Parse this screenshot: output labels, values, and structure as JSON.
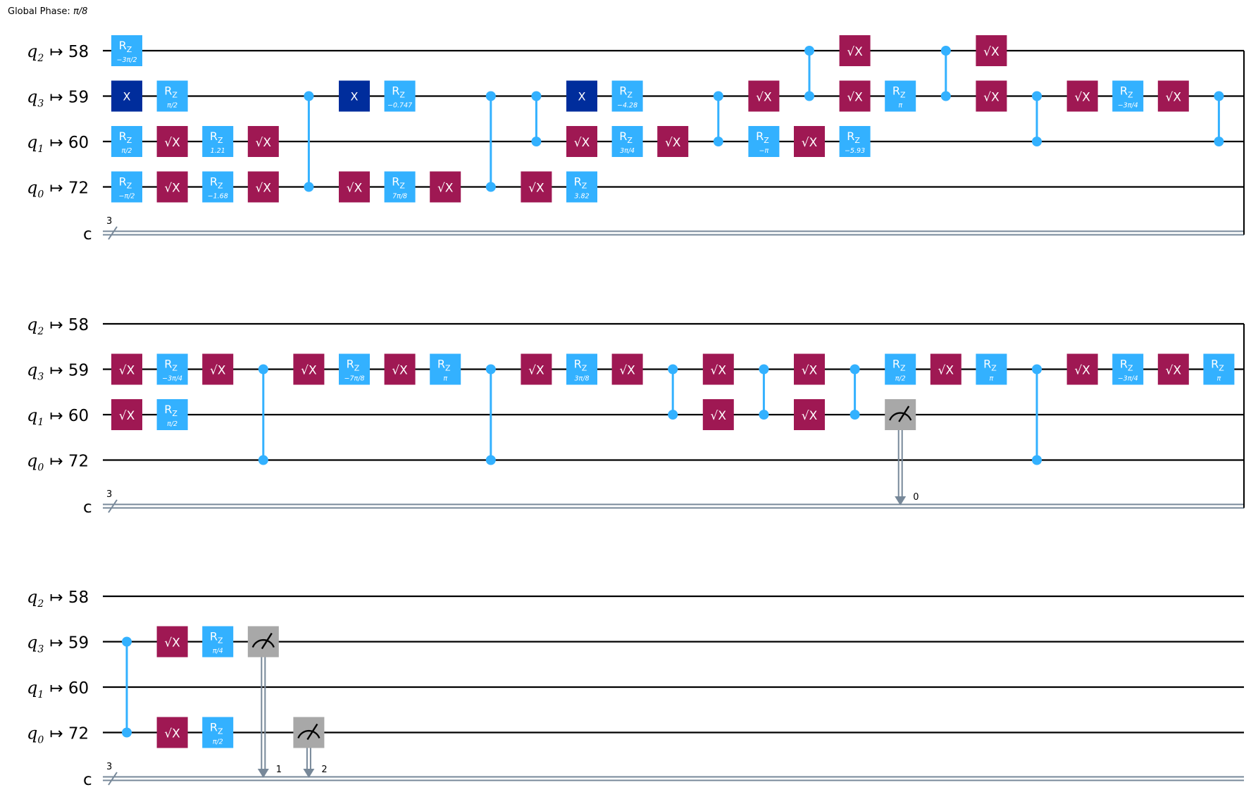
{
  "global_phase": {
    "label": "Global Phase: ",
    "value": "π/8"
  },
  "register": {
    "classical_name": "c",
    "classical_size": "3",
    "arrow": "↦"
  },
  "qubits": [
    {
      "sub": "2",
      "phys": "58"
    },
    {
      "sub": "3",
      "phys": "59"
    },
    {
      "sub": "1",
      "phys": "60"
    },
    {
      "sub": "0",
      "phys": "72"
    }
  ],
  "colors": {
    "rz": "#33b1ff",
    "sx": "#9f1853",
    "x": "#002d9c",
    "cz": "#33b1ff",
    "measure": "#a8a8a8",
    "classical": "#778899"
  },
  "gate_labels": {
    "rz": "R",
    "rz_sub": "Z",
    "sx": "√X",
    "x": "X"
  },
  "rows": [
    {
      "gates": [
        {
          "type": "rz",
          "q": 0,
          "col": 0,
          "param": "−3π/2"
        },
        {
          "type": "x",
          "q": 1,
          "col": 0
        },
        {
          "type": "rz",
          "q": 2,
          "col": 0,
          "param": "π/2"
        },
        {
          "type": "rz",
          "q": 3,
          "col": 0,
          "param": "−π/2"
        },
        {
          "type": "rz",
          "q": 1,
          "col": 1,
          "param": "π/2"
        },
        {
          "type": "sx",
          "q": 2,
          "col": 1
        },
        {
          "type": "sx",
          "q": 3,
          "col": 1
        },
        {
          "type": "rz",
          "q": 2,
          "col": 2,
          "param": "1.21"
        },
        {
          "type": "rz",
          "q": 3,
          "col": 2,
          "param": "−1.68"
        },
        {
          "type": "sx",
          "q": 2,
          "col": 3
        },
        {
          "type": "sx",
          "q": 3,
          "col": 3
        },
        {
          "type": "cz",
          "q1": 1,
          "q2": 3,
          "col": 4
        },
        {
          "type": "x",
          "q": 1,
          "col": 5
        },
        {
          "type": "sx",
          "q": 3,
          "col": 5
        },
        {
          "type": "rz",
          "q": 1,
          "col": 6,
          "param": "−0.747"
        },
        {
          "type": "rz",
          "q": 3,
          "col": 6,
          "param": "7π/8"
        },
        {
          "type": "sx",
          "q": 3,
          "col": 7
        },
        {
          "type": "cz",
          "q1": 1,
          "q2": 3,
          "col": 8
        },
        {
          "type": "cz",
          "q1": 1,
          "q2": 2,
          "col": 9
        },
        {
          "type": "sx",
          "q": 3,
          "col": 9
        },
        {
          "type": "x",
          "q": 1,
          "col": 10
        },
        {
          "type": "sx",
          "q": 2,
          "col": 10
        },
        {
          "type": "rz",
          "q": 3,
          "col": 10,
          "param": "3.82"
        },
        {
          "type": "rz",
          "q": 1,
          "col": 11,
          "param": "−4.28"
        },
        {
          "type": "rz",
          "q": 2,
          "col": 11,
          "param": "3π/4"
        },
        {
          "type": "sx",
          "q": 2,
          "col": 12
        },
        {
          "type": "cz",
          "q1": 1,
          "q2": 2,
          "col": 13
        },
        {
          "type": "sx",
          "q": 1,
          "col": 14
        },
        {
          "type": "rz",
          "q": 2,
          "col": 14,
          "param": "−π"
        },
        {
          "type": "cz",
          "q1": 0,
          "q2": 1,
          "col": 15
        },
        {
          "type": "sx",
          "q": 2,
          "col": 15
        },
        {
          "type": "sx",
          "q": 0,
          "col": 16
        },
        {
          "type": "sx",
          "q": 1,
          "col": 16
        },
        {
          "type": "rz",
          "q": 2,
          "col": 16,
          "param": "−5.93"
        },
        {
          "type": "rz",
          "q": 1,
          "col": 17,
          "param": "π"
        },
        {
          "type": "cz",
          "q1": 0,
          "q2": 1,
          "col": 18
        },
        {
          "type": "sx",
          "q": 0,
          "col": 19
        },
        {
          "type": "sx",
          "q": 1,
          "col": 19
        },
        {
          "type": "cz",
          "q1": 1,
          "q2": 2,
          "col": 20
        },
        {
          "type": "sx",
          "q": 1,
          "col": 21
        },
        {
          "type": "rz",
          "q": 1,
          "col": 22,
          "param": "−3π/4"
        },
        {
          "type": "sx",
          "q": 1,
          "col": 23
        },
        {
          "type": "cz",
          "q1": 1,
          "q2": 2,
          "col": 24
        }
      ]
    },
    {
      "gates": [
        {
          "type": "sx",
          "q": 1,
          "col": 0
        },
        {
          "type": "sx",
          "q": 2,
          "col": 0
        },
        {
          "type": "rz",
          "q": 1,
          "col": 1,
          "param": "−3π/4"
        },
        {
          "type": "rz",
          "q": 2,
          "col": 1,
          "param": "π/2"
        },
        {
          "type": "sx",
          "q": 1,
          "col": 2
        },
        {
          "type": "cz",
          "q1": 1,
          "q2": 3,
          "col": 3
        },
        {
          "type": "sx",
          "q": 1,
          "col": 4
        },
        {
          "type": "rz",
          "q": 1,
          "col": 5,
          "param": "−7π/8"
        },
        {
          "type": "sx",
          "q": 1,
          "col": 6
        },
        {
          "type": "rz",
          "q": 1,
          "col": 7,
          "param": "π"
        },
        {
          "type": "cz",
          "q1": 1,
          "q2": 3,
          "col": 8
        },
        {
          "type": "sx",
          "q": 1,
          "col": 9
        },
        {
          "type": "rz",
          "q": 1,
          "col": 10,
          "param": "3π/8"
        },
        {
          "type": "sx",
          "q": 1,
          "col": 11
        },
        {
          "type": "cz",
          "q1": 1,
          "q2": 2,
          "col": 12
        },
        {
          "type": "sx",
          "q": 1,
          "col": 13
        },
        {
          "type": "sx",
          "q": 2,
          "col": 13
        },
        {
          "type": "cz",
          "q1": 1,
          "q2": 2,
          "col": 14
        },
        {
          "type": "sx",
          "q": 1,
          "col": 15
        },
        {
          "type": "sx",
          "q": 2,
          "col": 15
        },
        {
          "type": "cz",
          "q1": 1,
          "q2": 2,
          "col": 16
        },
        {
          "type": "rz",
          "q": 1,
          "col": 17,
          "param": "π/2"
        },
        {
          "type": "measure",
          "q": 2,
          "col": 17,
          "cbit": "0"
        },
        {
          "type": "sx",
          "q": 1,
          "col": 18
        },
        {
          "type": "rz",
          "q": 1,
          "col": 19,
          "param": "π"
        },
        {
          "type": "cz",
          "q1": 1,
          "q2": 3,
          "col": 20
        },
        {
          "type": "sx",
          "q": 1,
          "col": 21
        },
        {
          "type": "rz",
          "q": 1,
          "col": 22,
          "param": "−3π/4"
        },
        {
          "type": "sx",
          "q": 1,
          "col": 23
        },
        {
          "type": "rz",
          "q": 1,
          "col": 24,
          "param": "π"
        }
      ]
    },
    {
      "gates": [
        {
          "type": "cz",
          "q1": 1,
          "q2": 3,
          "col": 0
        },
        {
          "type": "sx",
          "q": 1,
          "col": 1
        },
        {
          "type": "sx",
          "q": 3,
          "col": 1
        },
        {
          "type": "rz",
          "q": 1,
          "col": 2,
          "param": "π/4"
        },
        {
          "type": "rz",
          "q": 3,
          "col": 2,
          "param": "π/2"
        },
        {
          "type": "measure",
          "q": 1,
          "col": 3,
          "cbit": "1"
        },
        {
          "type": "measure",
          "q": 3,
          "col": 4,
          "cbit": "2"
        }
      ]
    }
  ]
}
